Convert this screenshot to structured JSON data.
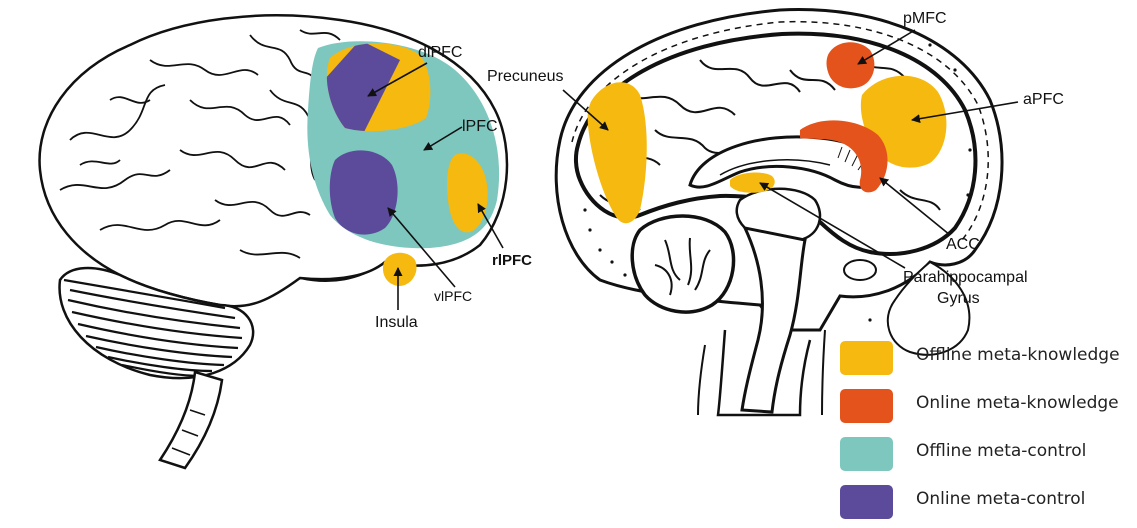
{
  "colors": {
    "offline_knowledge": "#F5B90F",
    "online_knowledge": "#E4531B",
    "offline_control": "#7DC7BF",
    "online_control": "#5C4A9B",
    "outline": "#111111"
  },
  "left_brain": {
    "labels": {
      "dlpfc": "dlPFC",
      "lpfc": "lPFC",
      "rlpfc": "rlPFC",
      "vlpfc": "vlPFC",
      "insula": "Insula"
    }
  },
  "right_brain": {
    "labels": {
      "pmfc": "pMFC",
      "precuneus": "Precuneus",
      "apfc": "aPFC",
      "acc": "ACC",
      "parahippocampal_1": "Parahippocampal",
      "parahippocampal_2": "Gyrus"
    }
  },
  "legend": [
    {
      "label": "Offline meta-knowledge",
      "color": "#F5B90F"
    },
    {
      "label": "Online meta-knowledge",
      "color": "#E4531B"
    },
    {
      "label": "Offline meta-control",
      "color": "#7DC7BF"
    },
    {
      "label": "Online meta-control",
      "color": "#5C4A9B"
    }
  ]
}
